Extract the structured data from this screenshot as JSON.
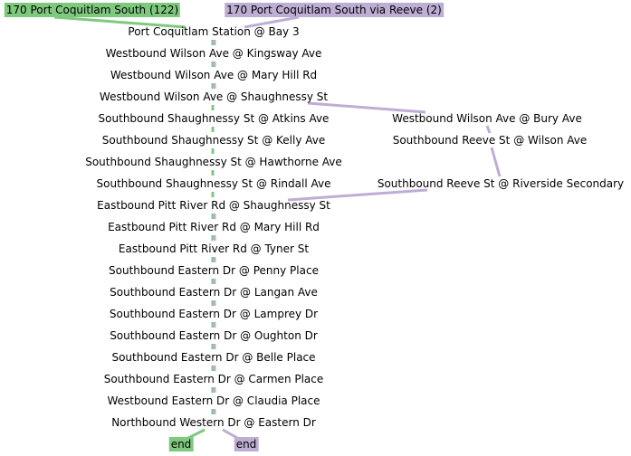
{
  "routes": [
    {
      "name": "170 Port Coquitlam South (122)",
      "color": "#7fc97f"
    },
    {
      "name": "170 Port Coquitlam South via Reeve (2)",
      "color": "#beaed4"
    }
  ],
  "end_label": "end",
  "stops": [
    "Port Coquitlam Station @ Bay 3",
    "Westbound Wilson Ave @ Kingsway Ave",
    "Westbound Wilson Ave @ Mary Hill Rd",
    "Westbound Wilson Ave @ Shaughnessy St",
    "Southbound Shaughnessy St @ Atkins Ave",
    "Southbound Shaughnessy St @ Kelly Ave",
    "Southbound Shaughnessy St @ Hawthorne Ave",
    "Southbound Shaughnessy St @ Rindall Ave",
    "Eastbound Pitt River Rd @ Shaughnessy St",
    "Eastbound Pitt River Rd @ Mary Hill Rd",
    "Eastbound Pitt River Rd @ Tyner St",
    "Southbound Eastern Dr @ Penny Place",
    "Southbound Eastern Dr @ Langan Ave",
    "Southbound Eastern Dr @ Lamprey Dr",
    "Southbound Eastern Dr @ Oughton Dr",
    "Southbound Eastern Dr @ Belle Place",
    "Southbound Eastern Dr @ Carmen Place",
    "Westbound Eastern Dr @ Claudia Place",
    "Northbound Western Dr @ Eastern Dr"
  ],
  "branch_stops": [
    "Westbound Wilson Ave @ Bury Ave",
    "Southbound Reeve St @ Wilson Ave",
    "Southbound Reeve St @ Riverside Secondary"
  ]
}
